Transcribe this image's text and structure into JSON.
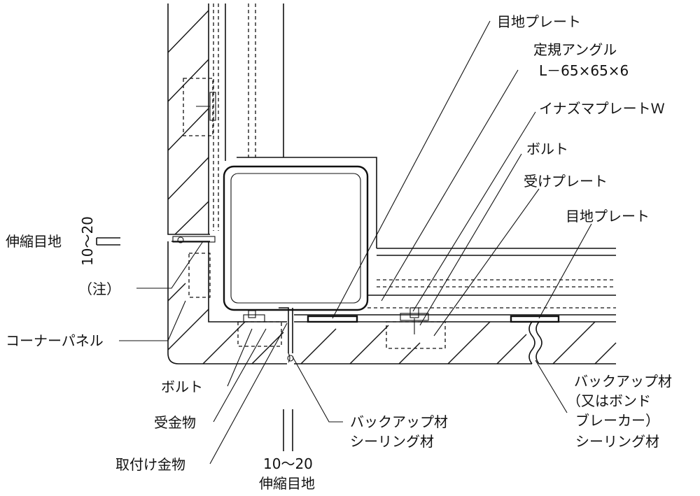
{
  "diagram": {
    "labels": {
      "joint_plate_top": "目地プレート",
      "angle_title": "定規アングル",
      "angle_spec": "L－65×65×6",
      "inazuma_plate": "イナズマプレートＷ",
      "bolt_right": "ボルト",
      "receiving_plate": "受けプレート",
      "joint_plate_right": "目地プレート",
      "expansion_joint_left": "伸縮目地",
      "dim_left": "10～20",
      "note": "（注）",
      "corner_panel": "コーナーパネル",
      "bolt_left": "ボルト",
      "receiving_hardware": "受金物",
      "mounting_hardware": "取付け金物",
      "backup_sealing_center_1": "バックアップ材",
      "backup_sealing_center_2": "シーリング材",
      "dim_bottom": "10～20",
      "expansion_joint_bottom": "伸縮目地",
      "backup_right_1": "バックアップ材",
      "backup_right_2": "（又はボンド",
      "backup_right_3": "ブレーカー）",
      "backup_right_4": "シーリング材"
    }
  }
}
